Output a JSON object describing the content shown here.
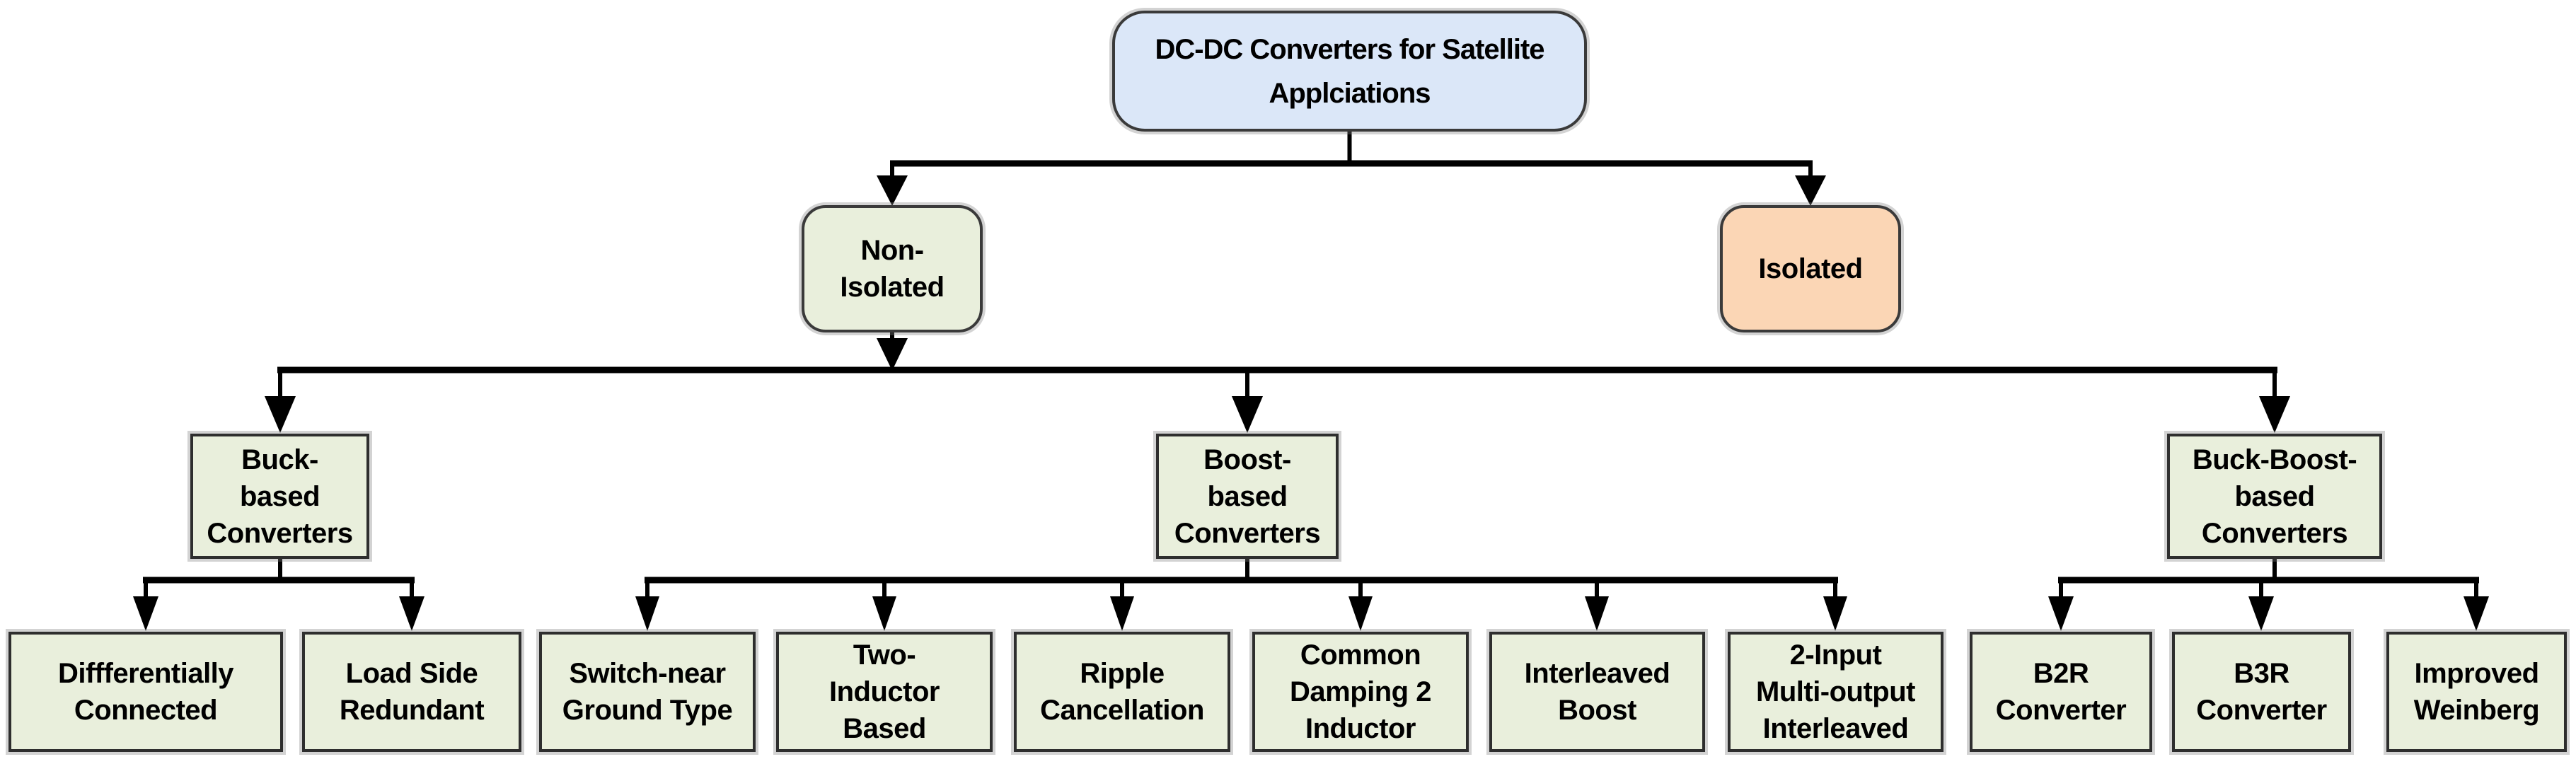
{
  "diagram": {
    "type": "tree-flowchart",
    "title": "DC-DC Converters for Satellite Applciations",
    "nodes": {
      "root": {
        "label": "DC-DC Converters for Satellite\nApplciations"
      },
      "non_isolated": {
        "label": "Non-\nIsolated"
      },
      "isolated": {
        "label": "Isolated"
      },
      "buck": {
        "label": "Buck-\nbased\nConverters"
      },
      "boost": {
        "label": "Boost-\nbased\nConverters"
      },
      "buck_boost": {
        "label": "Buck-Boost-\nbased\nConverters"
      },
      "diff_connected": {
        "label": "Diffferentially\nConnected"
      },
      "load_side": {
        "label": "Load Side\nRedundant"
      },
      "switch_near": {
        "label": "Switch-near\nGround Type"
      },
      "two_inductor": {
        "label": "Two-\nInductor\nBased"
      },
      "ripple": {
        "label": "Ripple\nCancellation"
      },
      "common_damping": {
        "label": "Common\nDamping 2\nInductor"
      },
      "interleaved": {
        "label": "Interleaved\nBoost"
      },
      "two_input": {
        "label": "2-Input\nMulti-output\nInterleaved"
      },
      "b2r": {
        "label": "B2R\nConverter"
      },
      "b3r": {
        "label": "B3R\nConverter"
      },
      "weinberg": {
        "label": "Improved\nWeinberg"
      }
    },
    "hierarchy": {
      "root": [
        "non_isolated",
        "isolated"
      ],
      "non_isolated": [
        "buck",
        "boost",
        "buck_boost"
      ],
      "buck": [
        "diff_connected",
        "load_side"
      ],
      "boost": [
        "switch_near",
        "two_inductor",
        "ripple",
        "common_damping",
        "interleaved",
        "two_input"
      ],
      "buck_boost": [
        "b2r",
        "b3r",
        "weinberg"
      ]
    },
    "colors": {
      "root_fill": "#dbe7f8",
      "category_fill": "#e9efdc",
      "isolated_fill": "#fbd6b5",
      "connector": "#000000",
      "text": "#000000"
    }
  }
}
